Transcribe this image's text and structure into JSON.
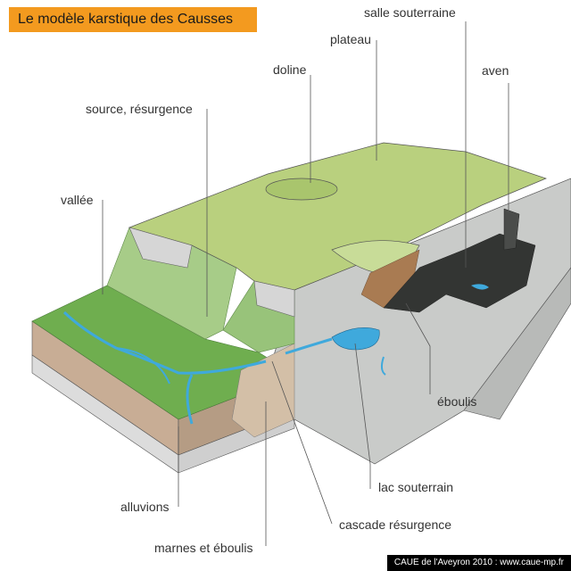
{
  "title": "Le modèle karstique des Causses",
  "credit": "CAUE de l'Aveyron 2010 : www.caue-mp.fr",
  "labels": {
    "salle_souterraine": "salle souterraine",
    "plateau": "plateau",
    "doline": "doline",
    "aven": "aven",
    "source_resurgence": "source, résurgence",
    "vallee": "vallée",
    "eboulis": "éboulis",
    "lac_souterrain": "lac souterrain",
    "alluvions": "alluvions",
    "cascade_resurgence": "cascade résurgence",
    "marnes_eboulis": "marnes et éboulis"
  },
  "colors": {
    "title_banner": "#f39a1f",
    "plateau_grass": "#b9d07e",
    "valley_green": "#6fae4f",
    "limestone": "#c9cbc9",
    "water": "#3fa9dc",
    "soil": "#b9a38c",
    "scree": "#a97b52"
  }
}
